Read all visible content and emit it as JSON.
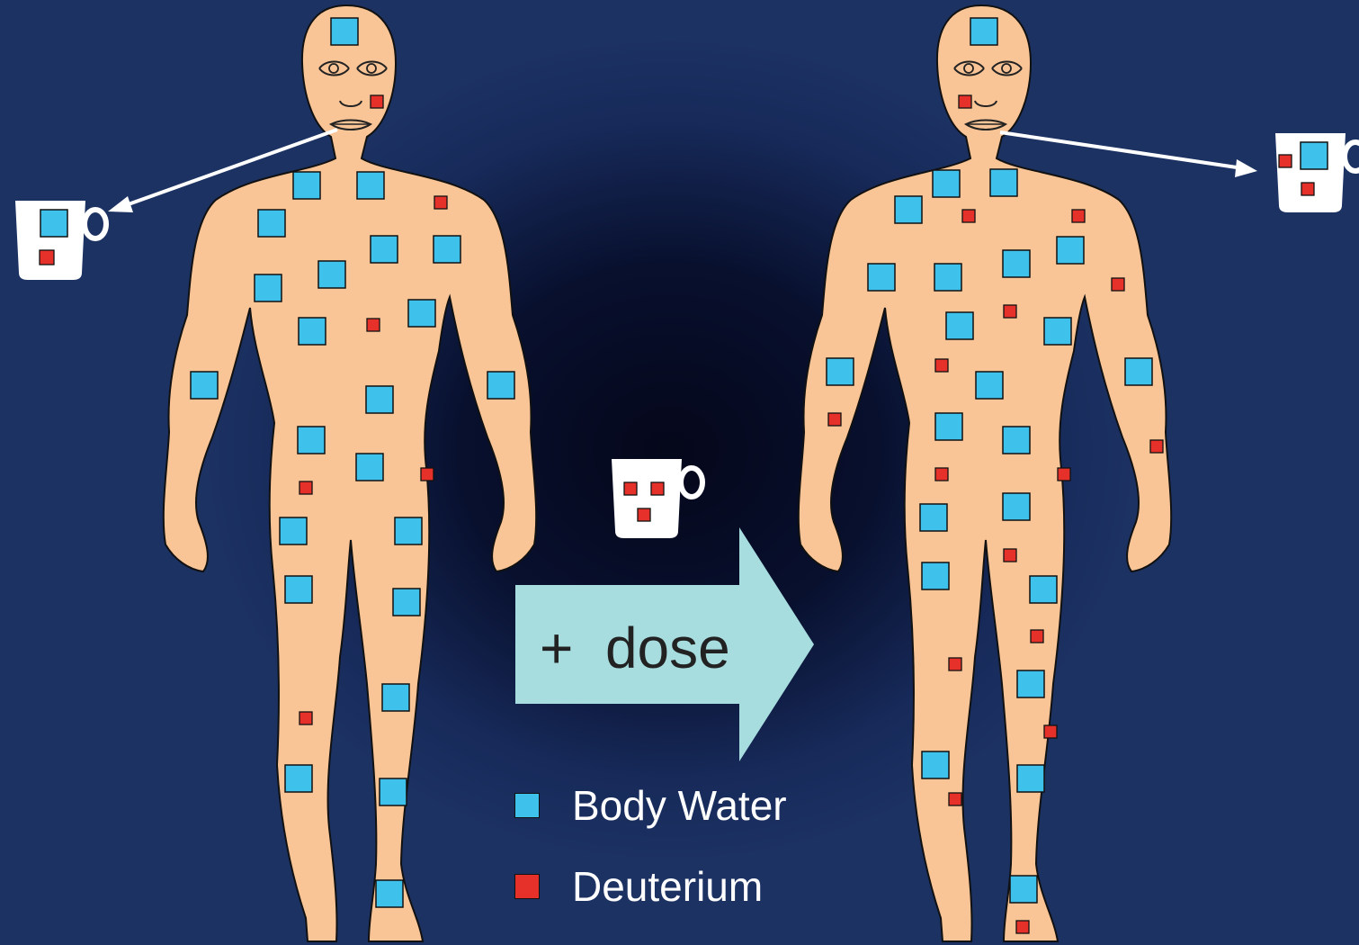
{
  "dose_label": "+  dose",
  "legend": {
    "items": [
      {
        "label": "Body Water",
        "color": "#3ec1ea"
      },
      {
        "label": "Deuterium",
        "color": "#e6312b"
      }
    ]
  },
  "colors": {
    "background": "#1c3263",
    "body_skin": "#f9c496",
    "arrow_fill": "#a8dde0",
    "water": "#3ec1ea",
    "deuterium": "#e6312b",
    "cup": "#ffffff"
  }
}
